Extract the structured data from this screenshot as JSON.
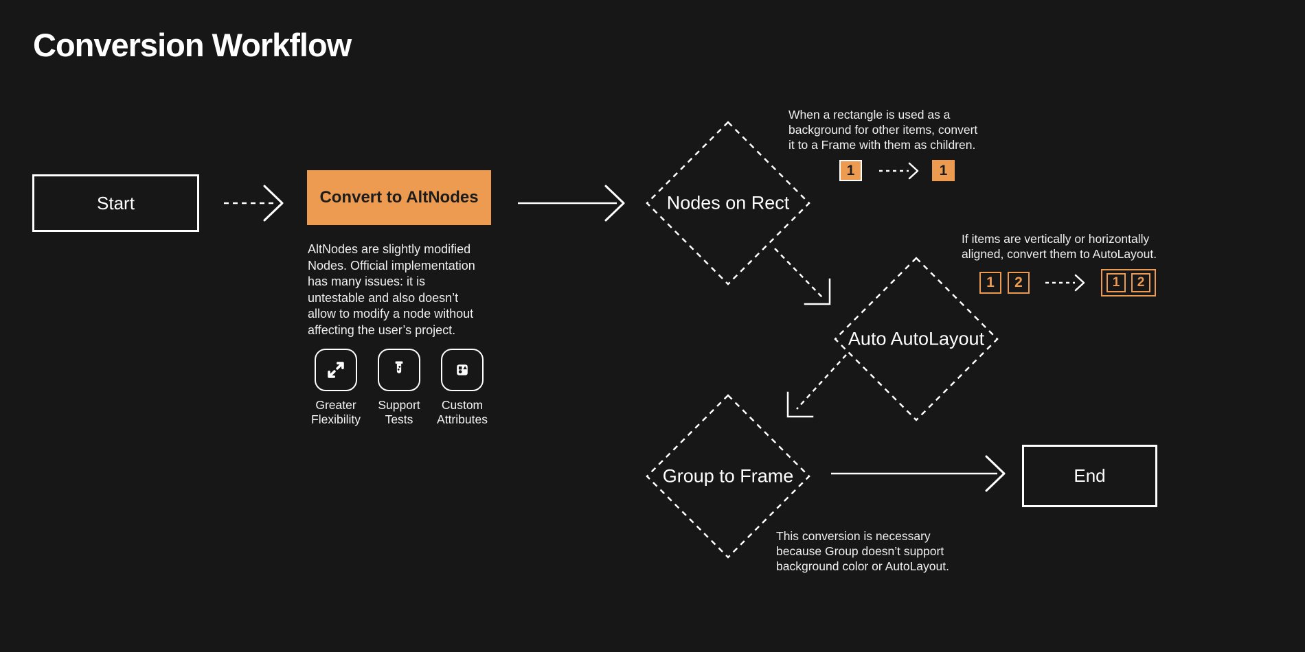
{
  "page": {
    "title": "Conversion Workflow",
    "background_color": "#171717",
    "accent_color": "#EE9B52",
    "line_color": "#FFFFFF"
  },
  "nodes": {
    "start": {
      "label": "Start",
      "type": "outlined-rect"
    },
    "convert": {
      "label": "Convert to AltNodes",
      "type": "filled-rect",
      "fill": "#EE9B52"
    },
    "nodes_on_rect": {
      "label": "Nodes on Rect",
      "type": "dashed-diamond"
    },
    "auto_autolayout": {
      "label": "Auto AutoLayout",
      "type": "dashed-diamond"
    },
    "group_to_frame": {
      "label": "Group to Frame",
      "type": "dashed-diamond"
    },
    "end": {
      "label": "End",
      "type": "outlined-rect"
    }
  },
  "altnodes_note": {
    "text": "AltNodes are slightly modified\nNodes. Official implementation\nhas many issues: it is\nuntestable and also doesn’t\nallow to modify a node without\naffecting the user’s project."
  },
  "features": [
    {
      "icon": "expand-icon",
      "label": "Greater\nFlexibility"
    },
    {
      "icon": "test-tube-icon",
      "label": "Support\nTests"
    },
    {
      "icon": "shapes-icon",
      "label": "Custom\nAttributes"
    }
  ],
  "annotations": {
    "nodes_on_rect": {
      "text": "When a rectangle is used as a\nbackground for other items, convert\nit to a Frame with them as children.",
      "before": [
        "1"
      ],
      "after": [
        "1"
      ]
    },
    "auto_autolayout": {
      "text": "If items are vertically or horizontally\naligned, convert them to AutoLayout.",
      "before": [
        "1",
        "2"
      ],
      "after": [
        "1",
        "2"
      ]
    },
    "group_to_frame": {
      "text": "This conversion is necessary\nbecause Group doesn’t support\nbackground color or AutoLayout."
    }
  }
}
